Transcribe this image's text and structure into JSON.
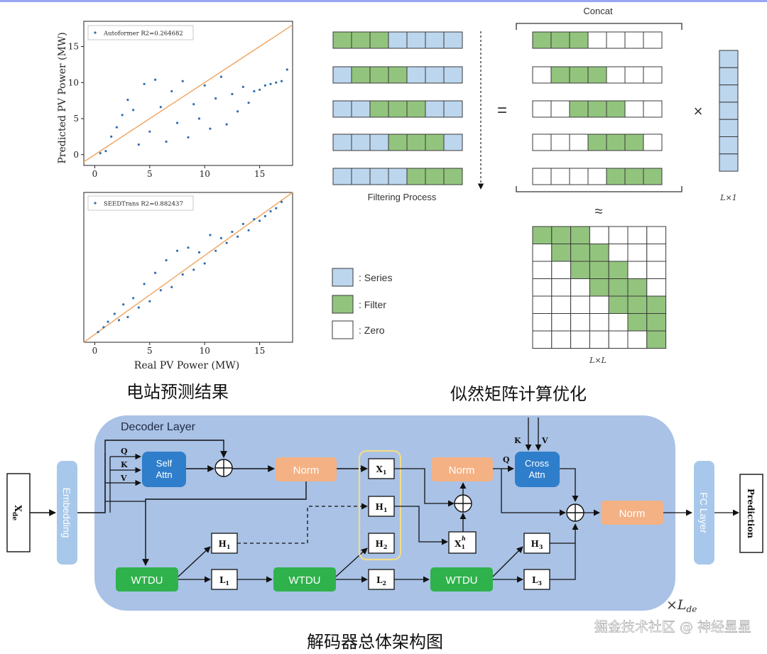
{
  "captions": {
    "station_results": "电站预测结果",
    "matrix_optimization": "似然矩阵计算优化",
    "decoder_architecture": "解码器总体架构图",
    "watermark": "掘金技术社区 @ 神经星星"
  },
  "chart_data": [
    {
      "type": "scatter",
      "legend": "Autoformer R2=0.264682",
      "ylabel": "Predicted PV Power (MW)",
      "xlabel": "",
      "xlim": [
        -1,
        18
      ],
      "ylim": [
        -1.5,
        18.5
      ],
      "x_ticks": [
        "0",
        "5",
        "10",
        "15"
      ],
      "y_ticks": [
        "0",
        "5",
        "10",
        "15"
      ],
      "reference_line": "y=x",
      "points": [
        [
          0.5,
          0.2
        ],
        [
          1.0,
          0.5
        ],
        [
          1.5,
          2.5
        ],
        [
          2.0,
          3.8
        ],
        [
          2.5,
          5.5
        ],
        [
          3.0,
          7.6
        ],
        [
          3.5,
          6.2
        ],
        [
          4.0,
          1.4
        ],
        [
          4.5,
          9.8
        ],
        [
          5.0,
          3.2
        ],
        [
          5.5,
          10.4
        ],
        [
          6.0,
          6.6
        ],
        [
          6.5,
          1.8
        ],
        [
          7.0,
          8.8
        ],
        [
          7.5,
          4.4
        ],
        [
          8.0,
          10.2
        ],
        [
          8.5,
          2.4
        ],
        [
          9.0,
          7.0
        ],
        [
          9.5,
          5.0
        ],
        [
          10.0,
          9.6
        ],
        [
          10.5,
          3.6
        ],
        [
          11.0,
          7.8
        ],
        [
          11.5,
          10.8
        ],
        [
          12.0,
          4.2
        ],
        [
          12.5,
          8.4
        ],
        [
          13.0,
          6.0
        ],
        [
          13.5,
          9.4
        ],
        [
          14.0,
          7.2
        ],
        [
          14.5,
          8.8
        ],
        [
          15.0,
          9.0
        ],
        [
          15.5,
          9.6
        ],
        [
          16.0,
          9.8
        ],
        [
          16.5,
          10.0
        ],
        [
          17.0,
          10.2
        ],
        [
          17.5,
          11.8
        ]
      ]
    },
    {
      "type": "scatter",
      "legend": "SEEDTrans R2=0.882437",
      "ylabel": "",
      "xlabel": "Real PV Power (MW)",
      "xlim": [
        -1,
        18
      ],
      "ylim": [
        -1,
        18
      ],
      "x_ticks": [
        "0",
        "5",
        "10",
        "15"
      ],
      "y_ticks": [],
      "reference_line": "y=x",
      "points": [
        [
          0.3,
          0.3
        ],
        [
          0.8,
          0.9
        ],
        [
          1.2,
          1.6
        ],
        [
          1.8,
          2.6
        ],
        [
          2.2,
          1.8
        ],
        [
          2.6,
          3.8
        ],
        [
          3.0,
          2.2
        ],
        [
          3.5,
          4.6
        ],
        [
          4.0,
          3.4
        ],
        [
          4.5,
          6.4
        ],
        [
          5.0,
          4.2
        ],
        [
          5.5,
          7.8
        ],
        [
          6.0,
          5.6
        ],
        [
          6.5,
          9.4
        ],
        [
          7.0,
          6.0
        ],
        [
          7.5,
          10.6
        ],
        [
          8.0,
          7.6
        ],
        [
          8.5,
          11.0
        ],
        [
          9.0,
          8.2
        ],
        [
          9.5,
          10.4
        ],
        [
          10.0,
          9.0
        ],
        [
          10.5,
          12.6
        ],
        [
          11.0,
          10.6
        ],
        [
          11.5,
          12.2
        ],
        [
          12.0,
          11.6
        ],
        [
          12.5,
          13.0
        ],
        [
          13.0,
          12.4
        ],
        [
          13.5,
          14.0
        ],
        [
          14.0,
          13.2
        ],
        [
          14.5,
          14.6
        ],
        [
          15.0,
          14.4
        ],
        [
          15.5,
          15.0
        ],
        [
          16.0,
          15.6
        ],
        [
          16.5,
          16.0
        ],
        [
          17.0,
          16.8
        ]
      ]
    }
  ],
  "filtering": {
    "process_label": "Filtering Process",
    "concat_label": "Concat",
    "equals": "=",
    "times": "×",
    "approx": "≈",
    "vector_label": "L×1",
    "matrix_label": "L×L",
    "window": 3,
    "length": 7,
    "rows": 5,
    "colors": {
      "series": "#bcd6ee",
      "filter": "#93c47d",
      "zero": "#ffffff",
      "stroke": "#3a3a3a"
    }
  },
  "legend": {
    "series": ": Series",
    "filter": ": Filter",
    "zero": ": Zero"
  },
  "decoder": {
    "layer_title": "Decoder Layer",
    "repeat_label": "×L",
    "repeat_sub": "de",
    "input_x": "X",
    "input_sub": "de",
    "embedding": "Embedding",
    "q": "Q",
    "k": "K",
    "v": "V",
    "self_attn_1": "Self",
    "self_attn_2": "Attn",
    "cross_attn_1": "Cross",
    "cross_attn_2": "Attn",
    "norm": "Norm",
    "wtdu": "WTDU",
    "fc_layer": "FC Layer",
    "prediction": "Prediction",
    "x1": "X",
    "x1h": "X",
    "h_sup": "h",
    "h1": "H",
    "h2": "H",
    "h3": "H",
    "l1": "L",
    "l2": "L",
    "l3": "L",
    "sub1": "1",
    "sub2": "2",
    "sub3": "3",
    "colors": {
      "panel": "#a9c2e6",
      "attn": "#2f7ecb",
      "norm": "#f4b184",
      "wtdu": "#2fb24c",
      "side": "#a7c8ea"
    }
  }
}
